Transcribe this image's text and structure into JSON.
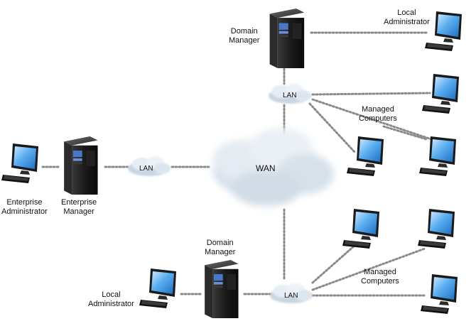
{
  "labels": {
    "wan": "WAN",
    "lan": "LAN",
    "domain_manager": [
      "Domain",
      "Manager"
    ],
    "local_administrator": [
      "Local",
      "Administrator"
    ],
    "managed_computers": [
      "Managed",
      "Computers"
    ],
    "enterprise_administrator": [
      "Enterprise",
      "Administrator"
    ],
    "enterprise_manager": [
      "Enterprise",
      "Manager"
    ]
  },
  "colors": {
    "connector": "#8a8a8a",
    "cloud": "#dde6ee",
    "cloud_edge": "#b7c5d3",
    "tower": "#1b1b1b",
    "screen": "#4aa0e8"
  }
}
